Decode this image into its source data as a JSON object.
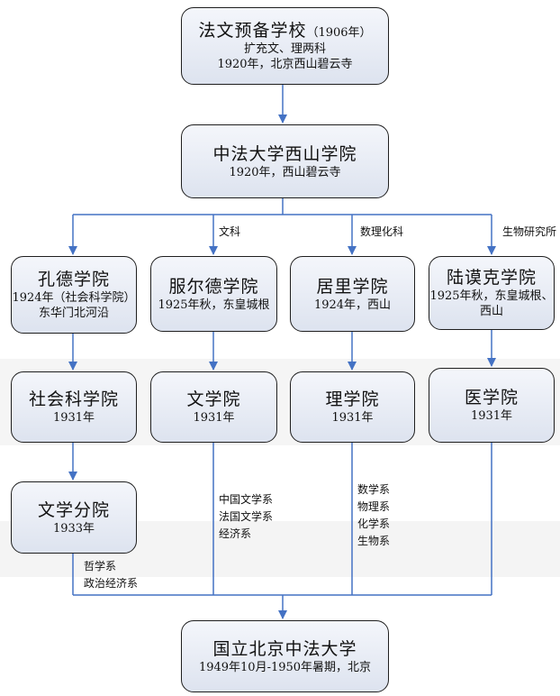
{
  "boxes": {
    "yubei": {
      "title": "法文预备学校",
      "title_suffix": "（1906年）",
      "line1": "扩充文、理两科",
      "line2": "1920年，北京西山碧云寺"
    },
    "xishan": {
      "title": "中法大学西山学院",
      "line1": "1920年，西山碧云寺"
    },
    "konde": {
      "title": "孔德学院",
      "line1": "1924年（社会科学院）",
      "line2": "东华门北河沿"
    },
    "fuerde": {
      "title": "服尔德学院",
      "line1": "1925年秋，东皇城根"
    },
    "juli": {
      "title": "居里学院",
      "line1": "1924年，西山"
    },
    "lumoke": {
      "title": "陆谟克学院",
      "line1": "1925年秋，东皇城根、",
      "line2": "西山"
    },
    "shehui": {
      "title": "社会科学院",
      "line1": "1931年"
    },
    "wenxue": {
      "title": "文学院",
      "line1": "1931年"
    },
    "lixue": {
      "title": "理学院",
      "line1": "1931年"
    },
    "yixue": {
      "title": "医学院",
      "line1": "1931年"
    },
    "fenyuan": {
      "title": "文学分院",
      "line1": "1933年"
    },
    "guoli": {
      "title": "国立北京中法大学",
      "line1": "1949年10月-1950年暑期，北京"
    }
  },
  "branch_labels": {
    "wenke": "文科",
    "shulihuake": "数理化科",
    "shengwu": "生物研究所"
  },
  "departments": {
    "fenyuan": [
      "哲学系",
      "政治经济系"
    ],
    "wenxue": [
      "中国文学系",
      "法国文学系",
      "经济系"
    ],
    "lixue": [
      "数学系",
      "物理系",
      "化学系",
      "生物系"
    ]
  },
  "colors": {
    "arrow": "#4472c4",
    "box_border": "#1f1f1f",
    "box_fill": "#e6eaf2"
  }
}
